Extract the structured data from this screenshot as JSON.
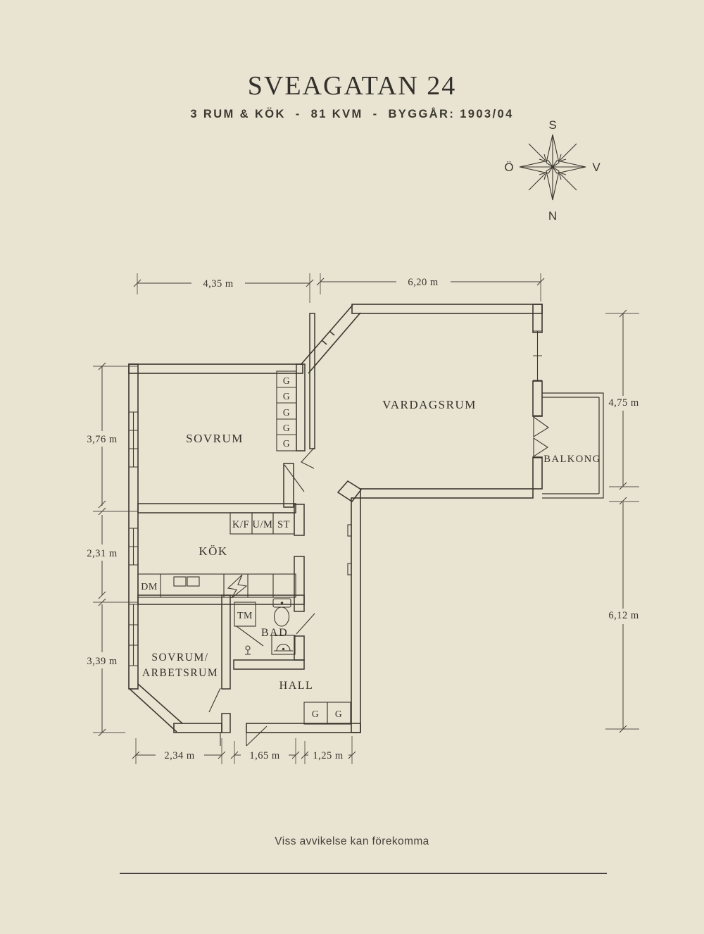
{
  "page": {
    "background": "#e9e3d2",
    "ink": "#3b382f"
  },
  "header": {
    "title": "SVEAGATAN 24",
    "subtitle": "3 RUM & KÖK  -  81 KVM  -  BYGGÅR: 1903/04"
  },
  "compass": {
    "south": "S",
    "north": "N",
    "east": "Ö",
    "west": "V"
  },
  "plan": {
    "rooms": {
      "sovrum": "SOVRUM",
      "vardagsrum": "VARDAGSRUM",
      "balkong": "BALKONG",
      "kok": "KÖK",
      "sovrum_arbetsrum_line1": "SOVRUM/",
      "sovrum_arbetsrum_line2": "ARBETSRUM",
      "bad": "BAD",
      "hall": "HALL"
    },
    "fixtures": {
      "wardrobe": "G",
      "kf": "K/F",
      "um": "U/M",
      "st": "ST",
      "dm": "DM",
      "tm": "TM"
    },
    "dimensions": {
      "top_1": "4,35 m",
      "top_2": "6,20 m",
      "left_1": "3,76 m",
      "left_2": "2,31 m",
      "left_3": "3,39 m",
      "right_1": "4,75 m",
      "right_2": "6,12 m",
      "bottom_1": "2,34 m",
      "bottom_2": "1,65 m",
      "bottom_3": "1,25 m"
    }
  },
  "footer": {
    "disclaimer": "Viss avvikelse kan förekomma"
  }
}
